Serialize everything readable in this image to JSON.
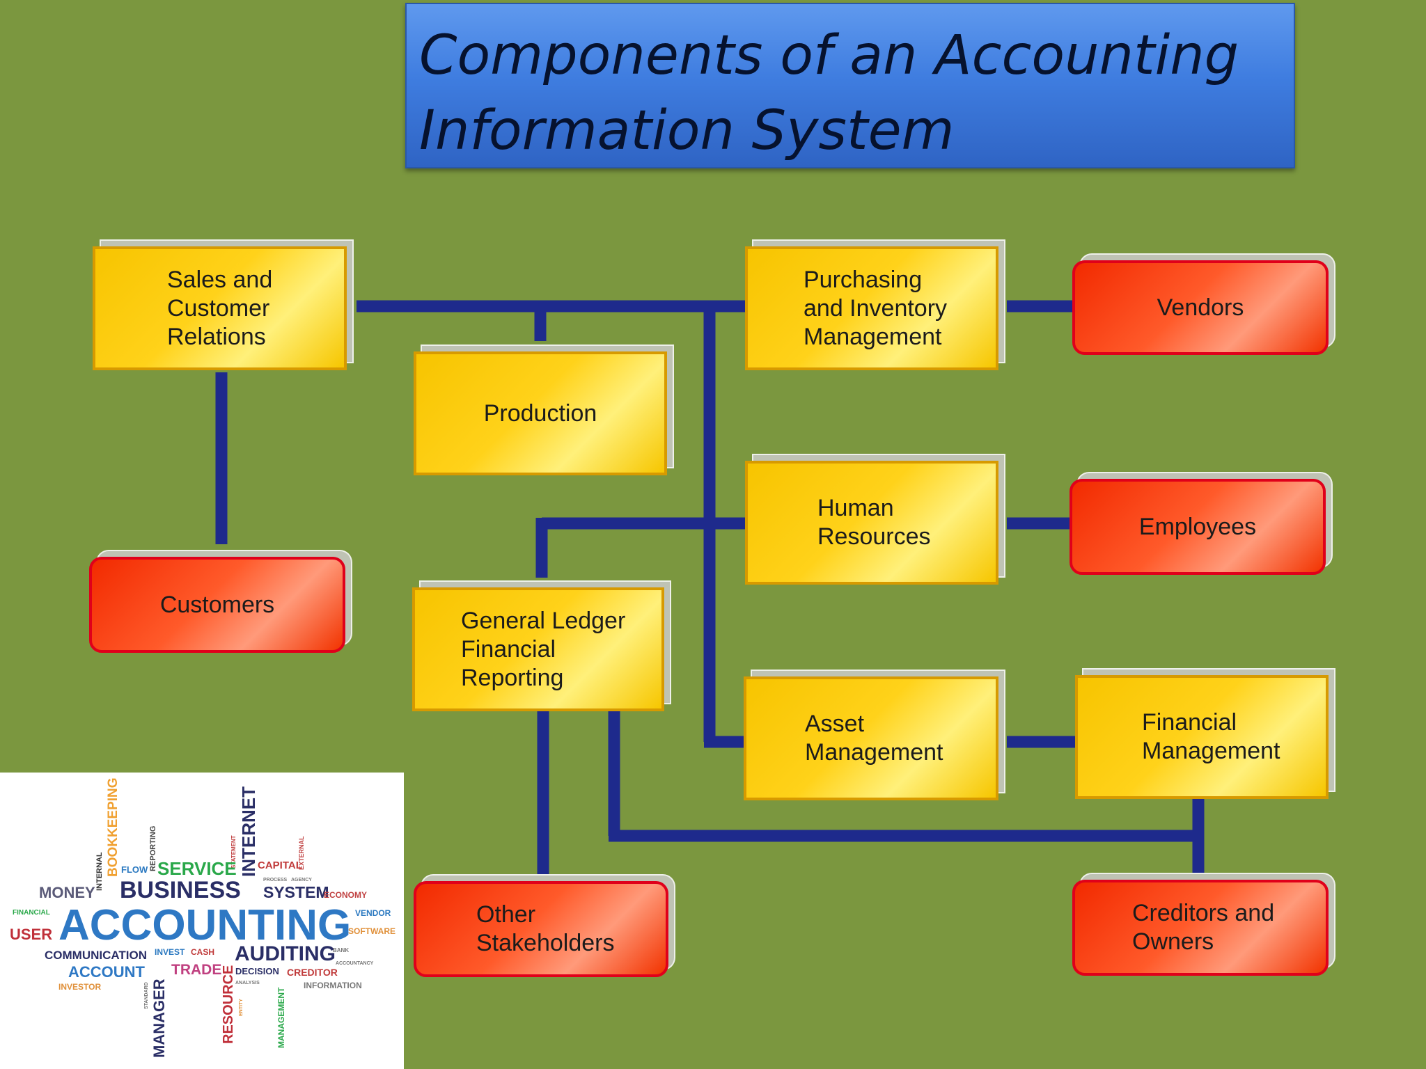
{
  "title": "Components of an Accounting\nInformation System",
  "nodes": {
    "sales": "Sales and\nCustomer\nRelations",
    "production": "Production",
    "purchasing": "Purchasing\nand Inventory\nManagement",
    "vendors": "Vendors",
    "customers": "Customers",
    "human_resources": "Human\nResources",
    "employees": "Employees",
    "general_ledger": "General Ledger\nFinancial\nReporting",
    "asset_management": "Asset\nManagement",
    "financial_management": "Financial\nManagement",
    "other_stakeholders": "Other\nStakeholders",
    "creditors_owners": "Creditors and\nOwners"
  },
  "word_cloud": {
    "bookkeeping": "BOOKKEEPING",
    "internal": "INTERNAL",
    "reporting": "REPORTING",
    "internet": "INTERNET",
    "statement": "STATEMENT",
    "external": "EXTERNAL",
    "flow": "FLOW",
    "service": "SERVICE",
    "capital": "CAPITAL",
    "money": "MONEY",
    "business": "BUSINESS",
    "system": "SYSTEM",
    "economy": "ECONOMY",
    "process": "PROCESS",
    "agency": "AGENCY",
    "financial": "FINANCIAL",
    "accounting": "ACCOUNTING",
    "vendor": "VENDOR",
    "user": "USER",
    "software": "SOFTWARE",
    "communication": "COMMUNICATION",
    "invest": "INVEST",
    "cash": "CASH",
    "auditing": "AUDITING",
    "bank": "BANK",
    "account": "ACCOUNT",
    "trade": "TRADE",
    "decision": "DECISION",
    "creditor": "CREDITOR",
    "accountancy": "ACCOUNTANCY",
    "investor": "INVESTOR",
    "information": "INFORMATION",
    "manager": "MANAGER",
    "resource": "RESOURCE",
    "management": "MANAGEMENT",
    "standard": "STANDARD",
    "analysis": "ANALYSIS",
    "entity": "ENTITY"
  },
  "colors": {
    "background": "#7b973f",
    "connector": "#1e2a8c",
    "title_fill": "#3f7de0",
    "yellow_fill": "#ffd21a",
    "red_fill": "#ff4a1a"
  }
}
